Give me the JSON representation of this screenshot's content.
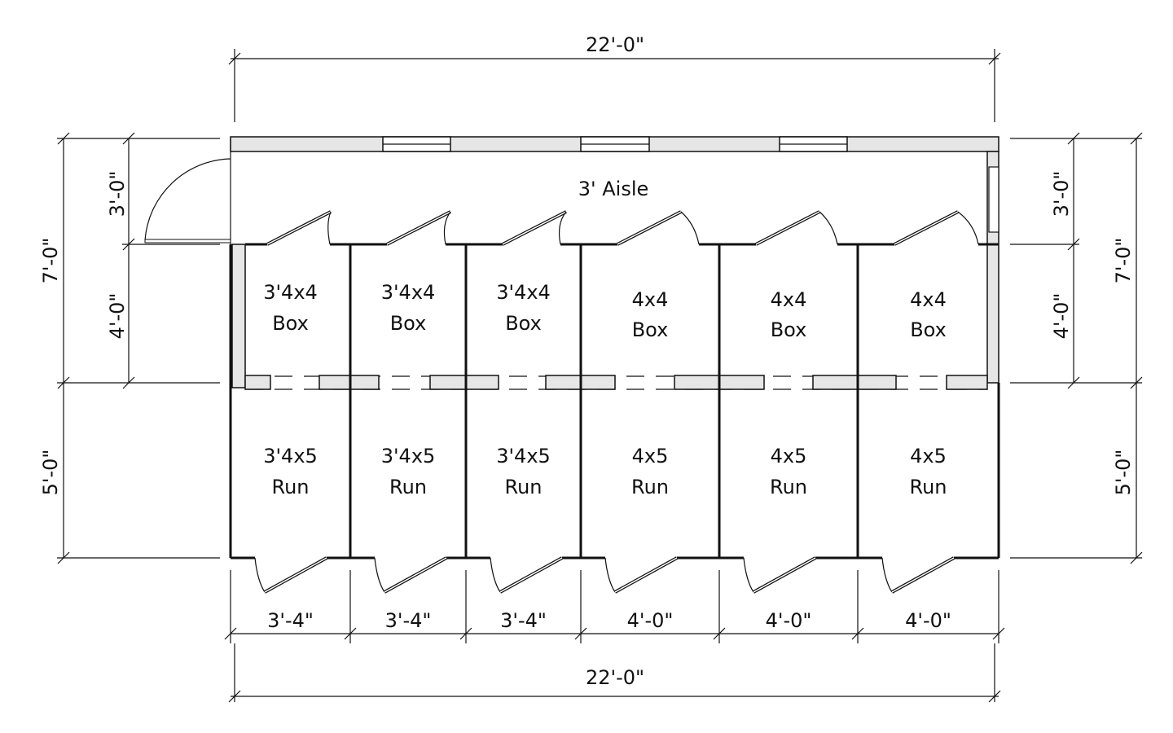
{
  "title": "Horse barn floor plan",
  "dimensions": {
    "top_total": "22'-0\"",
    "bottom_total": "22'-0\"",
    "left_total": "7'-0\"",
    "left_aisle": "3'-0\"",
    "left_box": "4'-0\"",
    "left_run": "5'-0\"",
    "right_total": "7'-0\"",
    "right_aisle": "3'-0\"",
    "right_box": "4'-0\"",
    "right_run": "5'-0\"",
    "stall_widths": [
      "3'-4\"",
      "3'-4\"",
      "3'-4\"",
      "4'-0\"",
      "4'-0\"",
      "4'-0\""
    ]
  },
  "aisle_label": "3' Aisle",
  "boxes": [
    {
      "size": "3'4x4",
      "type": "Box"
    },
    {
      "size": "3'4x4",
      "type": "Box"
    },
    {
      "size": "3'4x4",
      "type": "Box"
    },
    {
      "size": "4x4",
      "type": "Box"
    },
    {
      "size": "4x4",
      "type": "Box"
    },
    {
      "size": "4x4",
      "type": "Box"
    }
  ],
  "runs": [
    {
      "size": "3'4x5",
      "type": "Run"
    },
    {
      "size": "3'4x5",
      "type": "Run"
    },
    {
      "size": "3'4x5",
      "type": "Run"
    },
    {
      "size": "4x5",
      "type": "Run"
    },
    {
      "size": "4x5",
      "type": "Run"
    },
    {
      "size": "4x5",
      "type": "Run"
    }
  ]
}
